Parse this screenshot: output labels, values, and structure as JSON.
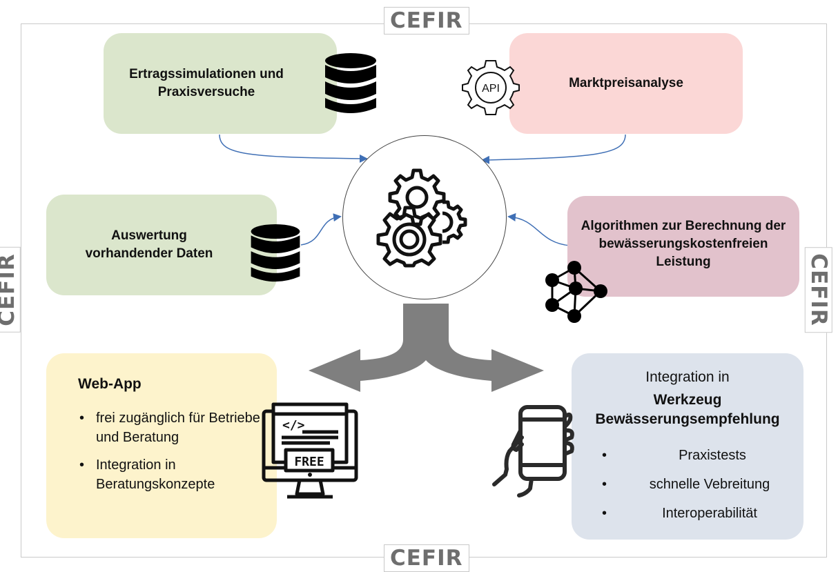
{
  "watermark": "CEFIR",
  "boxes": {
    "ertrag": "Ertragssimulationen und Praxisversuche",
    "markt": "Marktpreisanalyse",
    "auswertung": "Auswertung vorhandender Daten",
    "algo": "Algorithmen zur Berechnung der bewässerungskostenfreien Leistung"
  },
  "api_label": "API",
  "free_label": "FREE",
  "code_label": "</>",
  "webapp": {
    "title": "Web-App",
    "items": [
      "frei zugänglich für Betriebe und Beratung",
      "Integration in Beratungskonzepte"
    ]
  },
  "werkzeug": {
    "intro": "Integration in",
    "title": "Werkzeug Bewässerungsempfehlung",
    "items": [
      "Praxistests",
      "schnelle Vebreitung",
      "Interoperabilität"
    ]
  },
  "colors": {
    "green": "#dbe6cc",
    "pink": "#fbd7d6",
    "mauve": "#e2c2cc",
    "yellow": "#fdf3cc",
    "bluegrey": "#dde3ec",
    "arrow": "#7f7f7f",
    "connector": "#3f6fb5"
  }
}
